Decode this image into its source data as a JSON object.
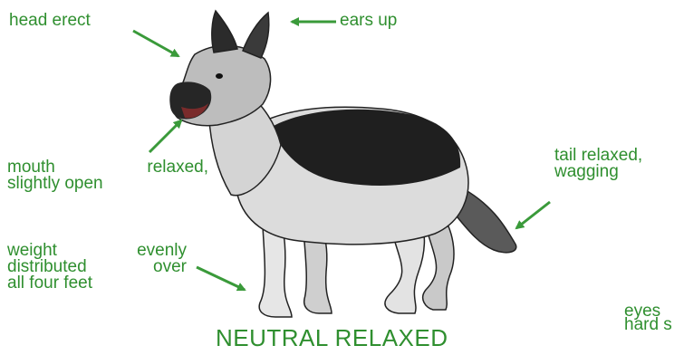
{
  "diagram": {
    "title": "NEUTRAL RELAXED",
    "labels": {
      "head": [
        "head erect"
      ],
      "ears": [
        "ears up"
      ],
      "mouth": [
        "mouth relaxed,",
        "slightly open"
      ],
      "tail": [
        "tail relaxed,",
        "wagging"
      ],
      "weight": [
        "weight evenly",
        "distributed over",
        "all four feet"
      ],
      "eyes": [
        "eyes",
        "hard s"
      ]
    },
    "illustration": "german-shepherd-dog-standing",
    "colors": {
      "label": "#2f8f2f",
      "arrow": "#3a9a3a",
      "ink": "#1a1a1a"
    }
  }
}
